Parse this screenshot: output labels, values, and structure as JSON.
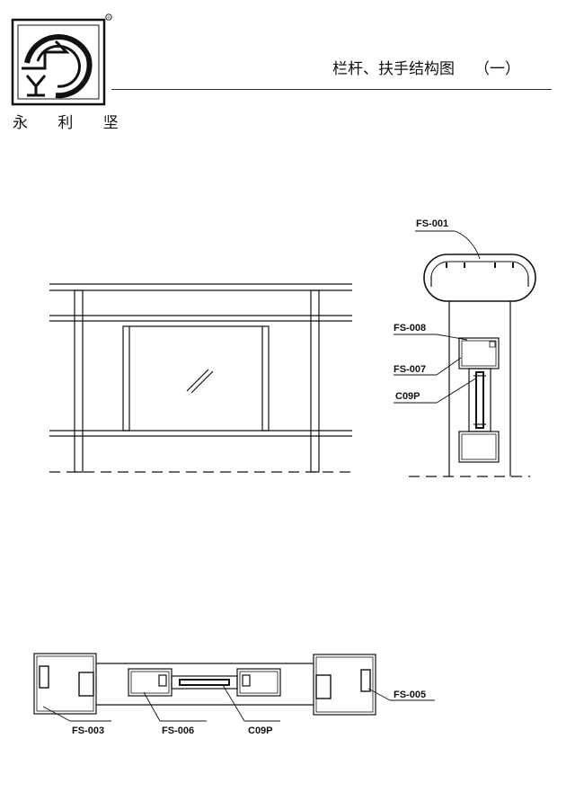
{
  "brand": {
    "name": "永 利 坚",
    "registered_mark": "®"
  },
  "header": {
    "title": "栏杆、扶手结构图",
    "number": "（一）"
  },
  "labels": {
    "fs001": "FS-001",
    "fs008": "FS-008",
    "fs007": "FS-007",
    "c09p_section": "C09P",
    "fs003": "FS-003",
    "fs006": "FS-006",
    "c09p_plan": "C09P",
    "fs005": "FS-005"
  },
  "colors": {
    "line": "#111111",
    "background": "#ffffff"
  }
}
